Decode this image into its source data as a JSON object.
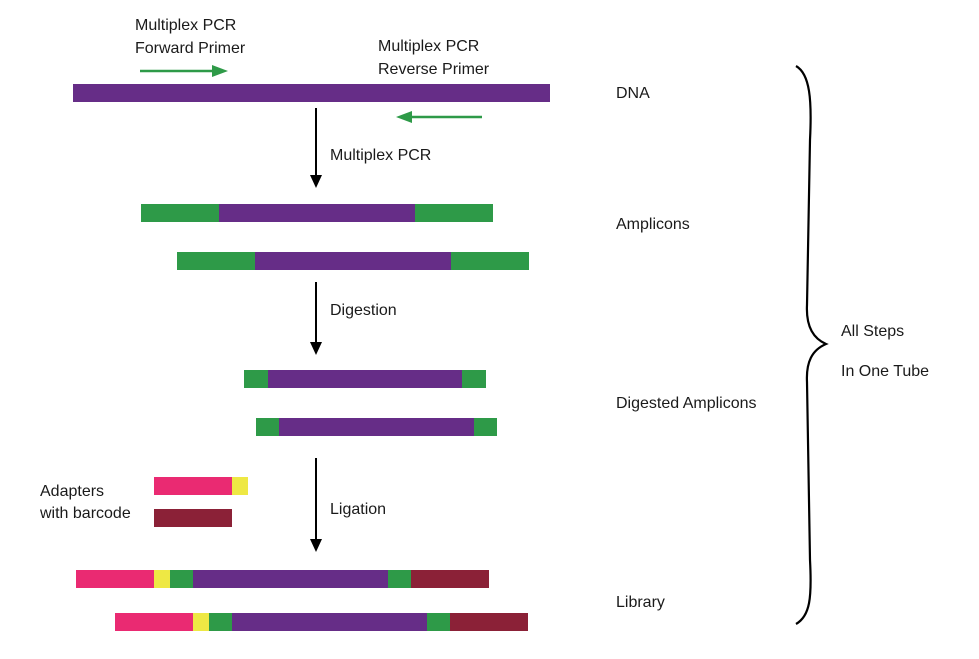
{
  "colors": {
    "dna": "#662d87",
    "primer": "#2e9a48",
    "adapter_pink": "#ea2a72",
    "barcode_yellow": "#eee844",
    "adapter_maroon": "#8b2137",
    "arrow": "#000000",
    "primer_arrow": "#2e9a48"
  },
  "primers": {
    "forward_line1": "Multiplex PCR",
    "forward_line2": "Forward Primer",
    "reverse_line1": "Multiplex PCR",
    "reverse_line2": "Reverse Primer"
  },
  "stages": {
    "dna": "DNA",
    "amplicons": "Amplicons",
    "digested": "Digested Amplicons",
    "library": "Library"
  },
  "steps": {
    "pcr": "Multiplex PCR",
    "digestion": "Digestion",
    "ligation": "Ligation"
  },
  "adapters": {
    "line1": "Adapters",
    "line2": "with barcode"
  },
  "bracket": {
    "line1": "All Steps",
    "line2": "In One Tube"
  }
}
